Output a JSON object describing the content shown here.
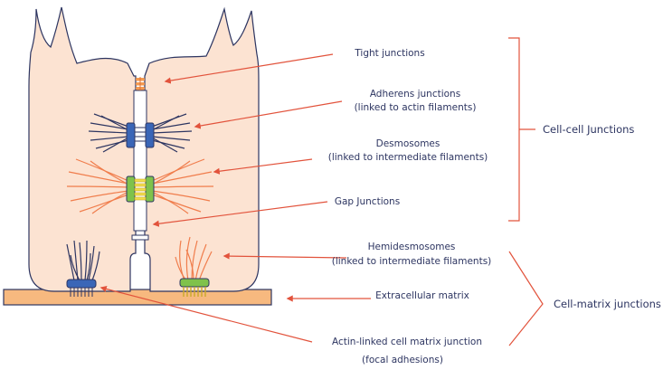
{
  "labels": {
    "tight": "Tight junctions",
    "adherens_1": "Adherens junctions",
    "adherens_2": "(linked to actin filaments)",
    "desmo_1": "Desmosomes",
    "desmo_2": "(linked to intermediate filaments)",
    "gap": "Gap Junctions",
    "hemi_1": "Hemidesmosomes",
    "hemi_2": "(linked to intermediate filaments)",
    "ecm": "Extracellular matrix",
    "actin_1": "Actin-linked cell matrix junction",
    "actin_2": "(focal adhesions)",
    "cell_cell": "Cell-cell Junctions",
    "cell_matrix": "Cell-matrix junctions"
  },
  "colors": {
    "cell_fill": "#fce3d2",
    "outline": "#2d3561",
    "leader": "#e2533c",
    "ecm": "#f7b97f",
    "adherens": "#3a66b7",
    "desmosome": "#7fc24b",
    "gap": "#f2dd4e",
    "tight": "#f59a50",
    "intermediate_filament": "#f07d4c"
  }
}
